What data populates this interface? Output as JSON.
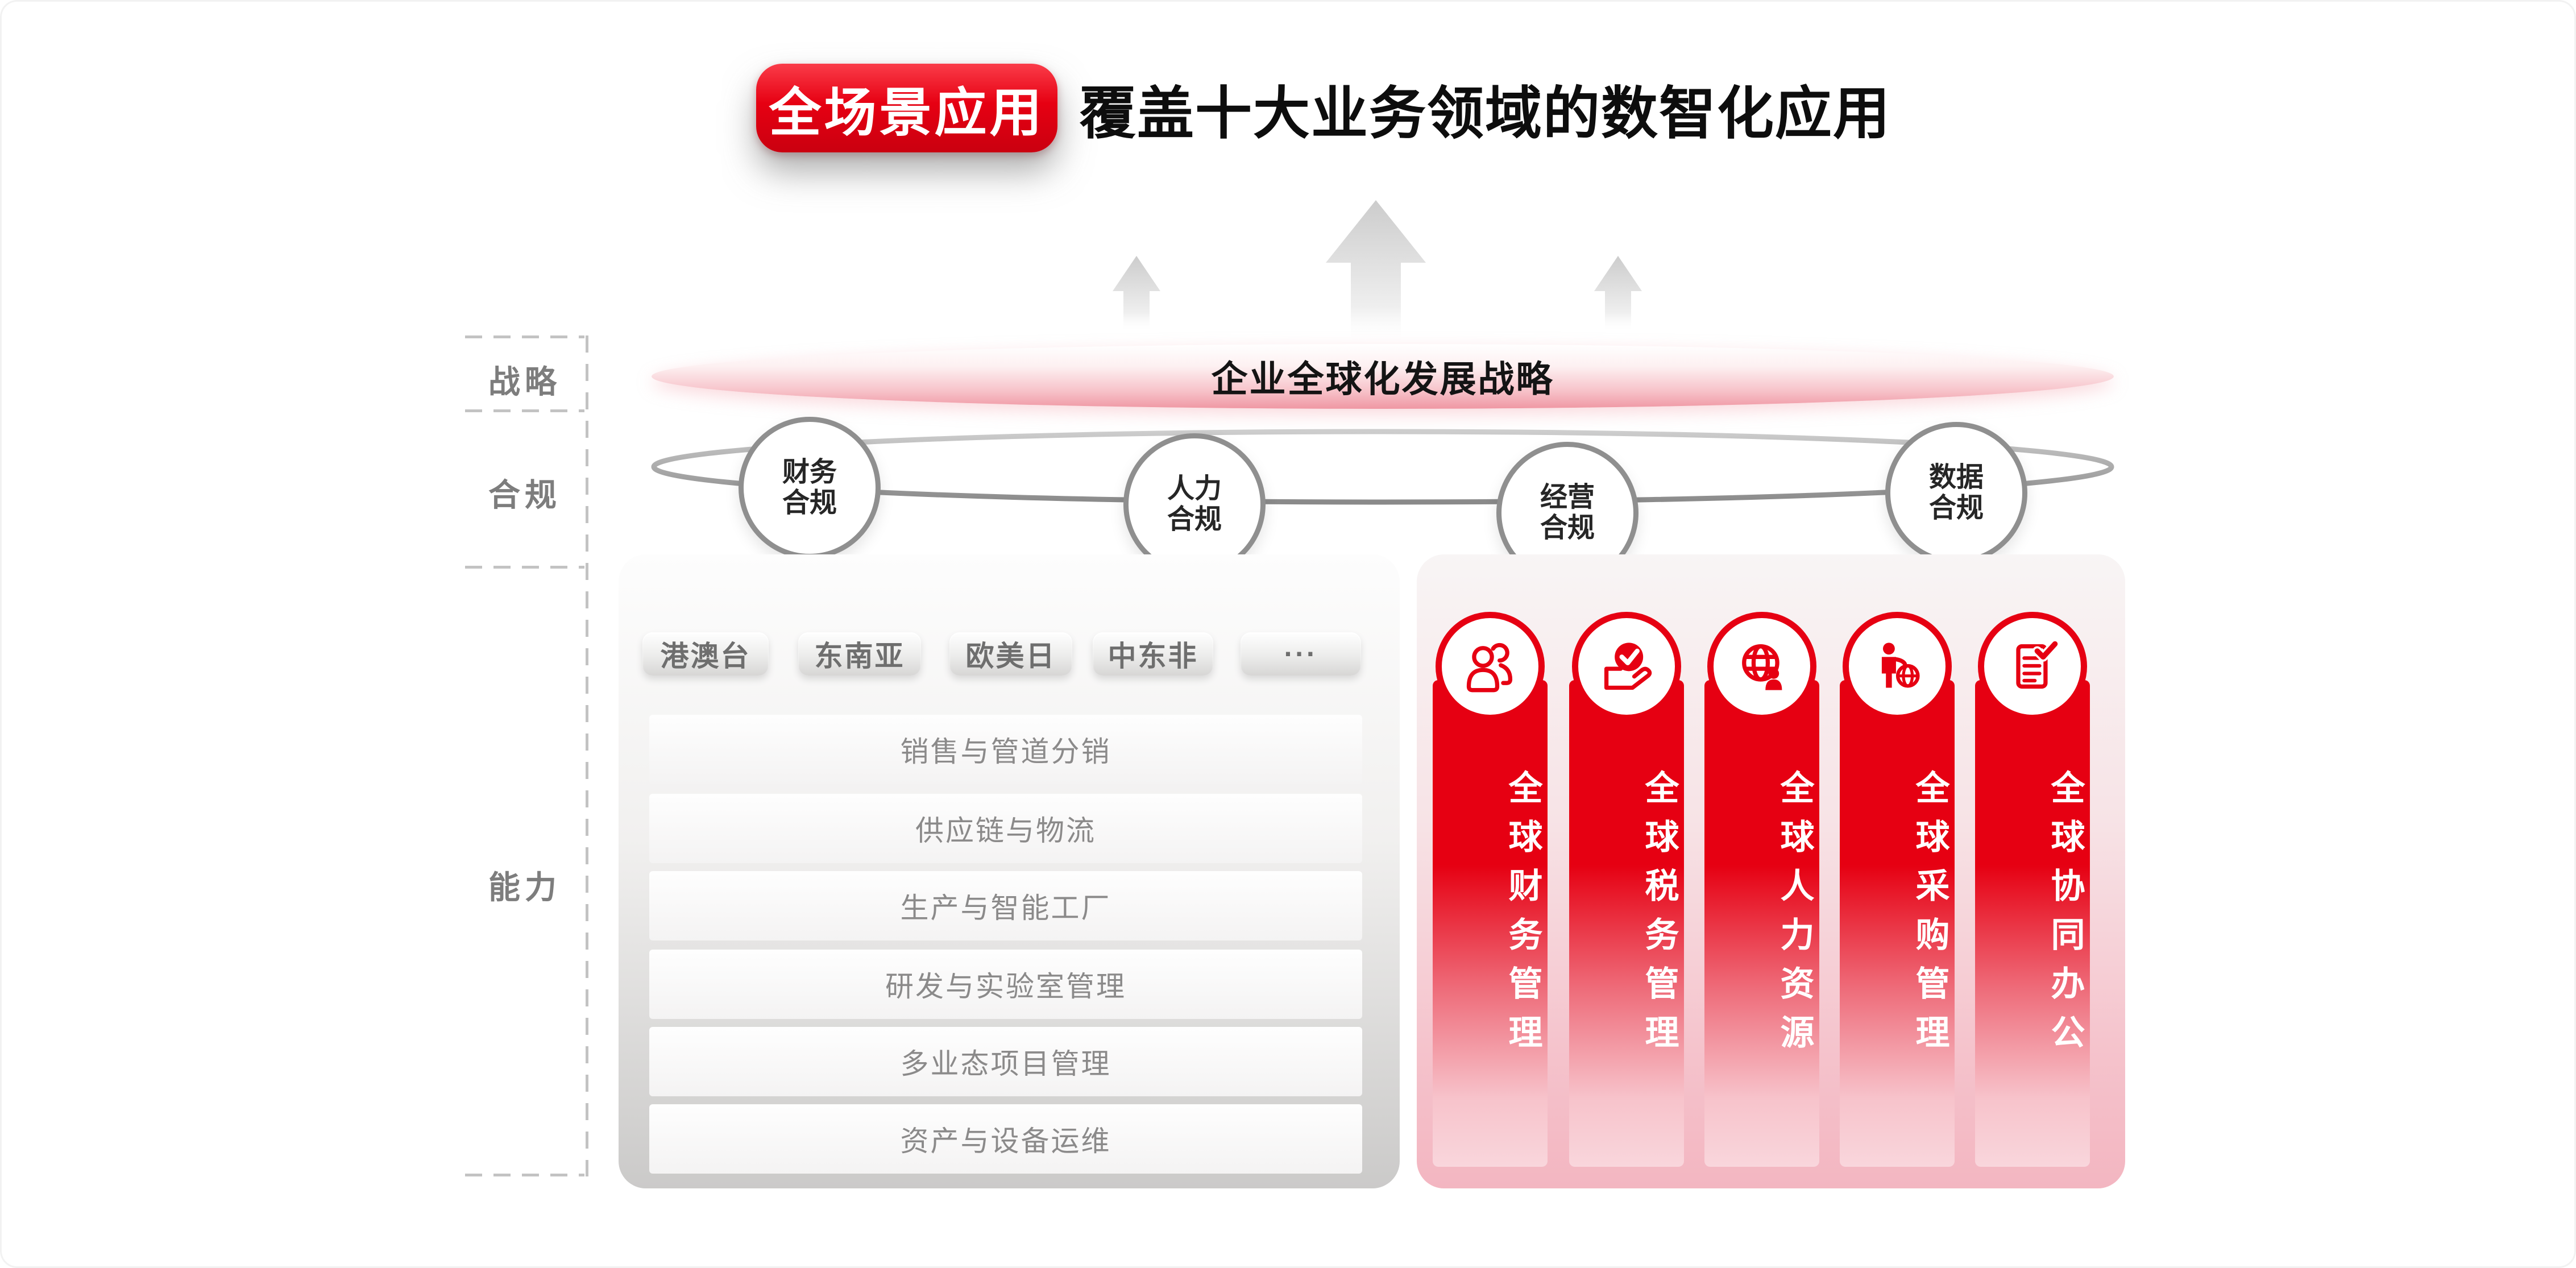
{
  "header": {
    "badge_label": "全场景应用",
    "title": "覆盖十大业务领域的数智化应用"
  },
  "axis": {
    "strategy": "战略",
    "compliance": "合规",
    "capability": "能力"
  },
  "strategy_banner": {
    "label": "企业全球化发展战略"
  },
  "compliance_nodes": [
    {
      "line1": "财务",
      "line2": "合规"
    },
    {
      "line1": "人力",
      "line2": "合规"
    },
    {
      "line1": "经营",
      "line2": "合规"
    },
    {
      "line1": "数据",
      "line2": "合规"
    }
  ],
  "regions": {
    "tabs": [
      "港澳台",
      "东南亚",
      "欧美日",
      "中东非",
      "···"
    ]
  },
  "capability_rows": [
    "销售与管道分销",
    "供应链与物流",
    "生产与智能工厂",
    "研发与实验室管理",
    "多业态项目管理",
    "资产与设备运维"
  ],
  "app_columns": [
    {
      "icon": "team-icon",
      "label": "全球财务管理"
    },
    {
      "icon": "check-hand-icon",
      "label": "全球税务管理"
    },
    {
      "icon": "globe-user-icon",
      "label": "全球人力资源"
    },
    {
      "icon": "person-globe-icon",
      "label": "全球采购管理"
    },
    {
      "icon": "doc-check-icon",
      "label": "全球协同办公"
    }
  ],
  "colors": {
    "brand_red": "#e60012",
    "panel_gray": "#cbcac9",
    "panel_pink": "#f3b6c1",
    "ring_gray": "#8f8f8f"
  }
}
